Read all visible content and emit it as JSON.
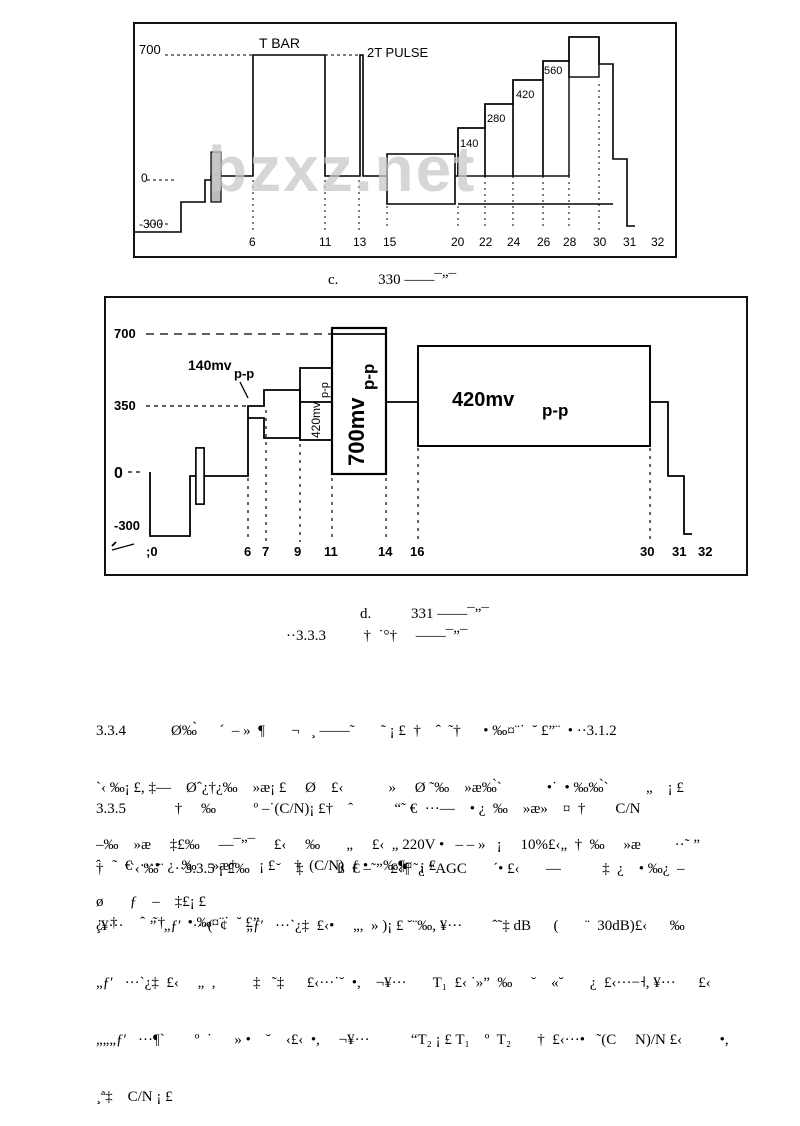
{
  "figure_c": {
    "level_700": "700",
    "level_0": "0",
    "level_neg300": "-300",
    "tbar": "T BAR",
    "pulse": "2T PULSE",
    "steps": [
      "140",
      "280",
      "420",
      "560"
    ],
    "ticks": [
      "6",
      "11",
      "13",
      "15",
      "20",
      "22",
      "24",
      "26",
      "28",
      "30",
      "31",
      "32"
    ],
    "caption_prefix": "c.",
    "caption_text": "330 ——¯”¯",
    "watermark": "bzxz.net"
  },
  "figure_d": {
    "level_700": "700",
    "level_350": "350",
    "level_0": "0",
    "level_neg300": "-300",
    "label_140": "140mv",
    "label_140_sub": "p-p",
    "label_420v": "420mv",
    "label_420v_sub": "p-p",
    "label_700": "700mv",
    "label_700_sub": "p-p",
    "label_420h": "420mv",
    "label_420h_sub": "p-p",
    "ticks": [
      ";0",
      "6",
      "7",
      "9",
      "11",
      "14",
      "16",
      "30",
      "31",
      "32"
    ],
    "caption_prefix": "d.",
    "caption_text": "331 ——¯”¯",
    "subcaption": "··3.3.3          †  ˙°†     ——¯”¯"
  },
  "body": {
    "p1": [
      "3.3.4            Ø‰̀      ´  – »  ¶       ¬   ¸ ——˜       ˜ ¡ £  †    ˆ  ˜†      • ‰¤¨˙  ˘ £”¨  • ··3.1.2",
      "`‹ ‰¡ £, ‡—    Øˆ¿†¿‰    »æ¡ £     Ø    £‹            »     Ø ˜‰    »æ‰̀`            •˙  • ‰‰̀`          „    ¡ £",
      "–‰    »æ     ‡£‰     —¯”¯     £‹     ‰       „     £‹  „ 220V •   – – »   ¡     10%£‹„  †  ‰     »æ         ··˜ ”",
      "ø       ƒ    –    ‡£¡ £"
    ],
    "p2": [
      "3.3.5             †     ‰          º –˙(C/N)¡ £†    ˆ           “˜ €  ···—    • ¿  ‰    »æ»    ¤  †        C/N",
      "ˆ   ˜  €  ···•  ¿  ‰    »æ†      ¡ £     †  (C/N)  ƒ •    ‰¶¤  ¡ £",
      "¿  †      ˆ  ˜†      • ‰¤¨˙  ˘ £”"
    ],
    "p3": [
      "†       `‹ ‰¨   ··3.3.5 ¡ £‰       ˘    ‡         ß  € –˜”  £‹¶ ˜¿ “AGC       ´• £‹       —           ‡  ¿    • ‰¿  –",
      "¸¥···       ”  „ƒ′   ···(  ¢     „ƒ′   ···`¿‡  £‹•     „,  » )¡ £ ˘¨‰, ¥···        ˆ˜‡ dB      (       ¨  30dB)£‹      ‰",
      "„ƒ′   ···`¿‡  £‹     „  ,          ‡   ˜‡      £‹···˙˘  •,    ¬¥···       T₁  £‹ ˙»”  ‰     ˘    «˘       ¿  £‹···−˧, ¥···      £‹",
      "„„„ƒ′   ···¶`        º  ˙      » •    ˘    ‹£‹  •,     ¬¥···           “T₂ ¡ £ T₁    º  T₂       †  £‹···•   ˜(C     N)/N £‹          •,",
      "¸ª‡    C/N ¡ £"
    ]
  }
}
